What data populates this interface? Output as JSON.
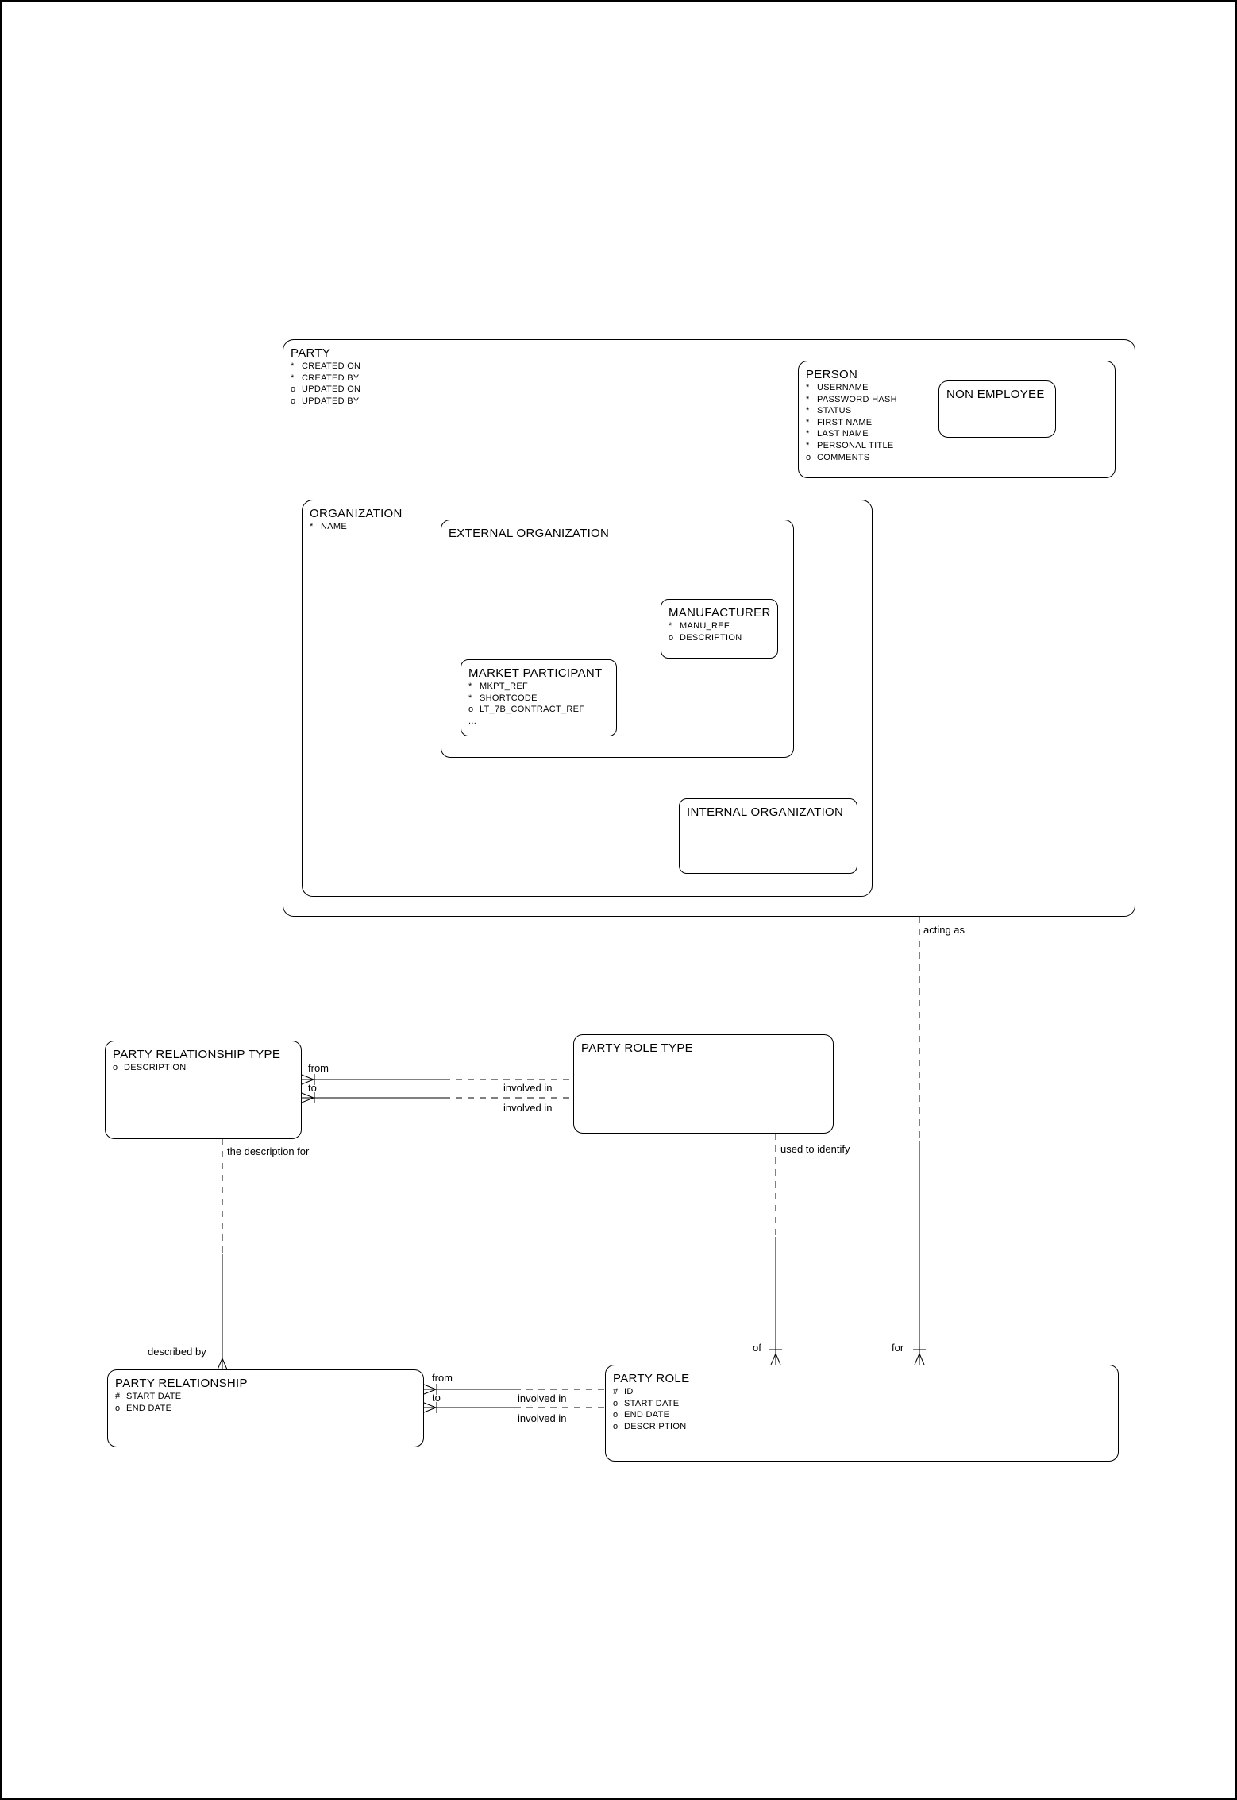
{
  "diagram": {
    "colors": {
      "line": "#000000",
      "background": "#ffffff"
    },
    "entities": {
      "party": {
        "title": "PARTY",
        "attributes": [
          {
            "prefix": "*",
            "name": "CREATED ON"
          },
          {
            "prefix": "*",
            "name": "CREATED BY"
          },
          {
            "prefix": "o",
            "name": "UPDATED ON"
          },
          {
            "prefix": "o",
            "name": "UPDATED BY"
          }
        ]
      },
      "person": {
        "title": "PERSON",
        "attributes": [
          {
            "prefix": "*",
            "name": "USERNAME"
          },
          {
            "prefix": "*",
            "name": "PASSWORD HASH"
          },
          {
            "prefix": "*",
            "name": "STATUS"
          },
          {
            "prefix": "*",
            "name": "FIRST NAME"
          },
          {
            "prefix": "*",
            "name": "LAST NAME"
          },
          {
            "prefix": "*",
            "name": "PERSONAL TITLE"
          },
          {
            "prefix": "o",
            "name": "COMMENTS"
          }
        ]
      },
      "non_employee": {
        "title": "NON EMPLOYEE",
        "attributes": []
      },
      "organization": {
        "title": "ORGANIZATION",
        "attributes": [
          {
            "prefix": "*",
            "name": "NAME"
          }
        ]
      },
      "external_organization": {
        "title": "EXTERNAL ORGANIZATION",
        "attributes": []
      },
      "manufacturer": {
        "title": "MANUFACTURER",
        "attributes": [
          {
            "prefix": "*",
            "name": "MANU_REF"
          },
          {
            "prefix": "o",
            "name": "DESCRIPTION"
          }
        ]
      },
      "market_participant": {
        "title": "MARKET PARTICIPANT",
        "attributes": [
          {
            "prefix": "*",
            "name": "MKPT_REF"
          },
          {
            "prefix": "*",
            "name": "SHORTCODE"
          },
          {
            "prefix": "o",
            "name": "LT_7B_CONTRACT_REF"
          },
          {
            "prefix": "...",
            "name": ""
          }
        ]
      },
      "internal_organization": {
        "title": "INTERNAL ORGANIZATION",
        "attributes": []
      },
      "party_relationship_type": {
        "title": "PARTY RELATIONSHIP TYPE",
        "attributes": [
          {
            "prefix": "o",
            "name": "DESCRIPTION"
          }
        ]
      },
      "party_role_type": {
        "title": "PARTY ROLE TYPE",
        "attributes": []
      },
      "party_relationship": {
        "title": "PARTY RELATIONSHIP",
        "attributes": [
          {
            "prefix": "#",
            "name": "START DATE"
          },
          {
            "prefix": "o",
            "name": "END DATE"
          }
        ]
      },
      "party_role": {
        "title": "PARTY ROLE",
        "attributes": [
          {
            "prefix": "#",
            "name": "ID"
          },
          {
            "prefix": "o",
            "name": "START DATE"
          },
          {
            "prefix": "o",
            "name": "END DATE"
          },
          {
            "prefix": "o",
            "name": "DESCRIPTION"
          }
        ]
      }
    },
    "labels": {
      "acting_as": "acting as",
      "for": "for",
      "used_to_identify": "used to identify",
      "of": "of",
      "the_description_for": "the description for",
      "described_by": "described by",
      "from_top": "from",
      "to_top": "to",
      "involved_in_top_1": "involved in",
      "involved_in_top_2": "involved in",
      "from_bottom": "from",
      "to_bottom": "to",
      "involved_in_bottom_1": "involved in",
      "involved_in_bottom_2": "involved in"
    }
  }
}
